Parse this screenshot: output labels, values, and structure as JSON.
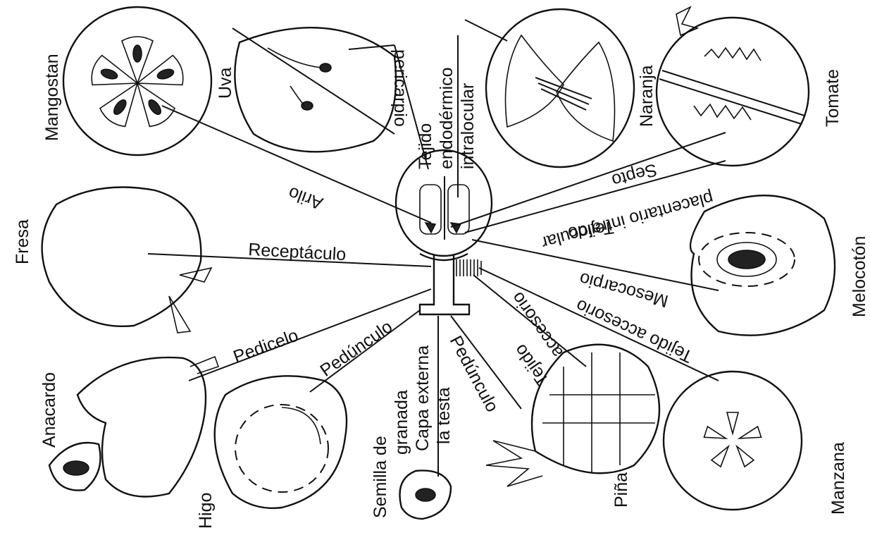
{
  "fruits": {
    "mangostan": "Mangostan",
    "uva": "Uva",
    "naranja": "Naranja",
    "tomate": "Tomate",
    "fresa": "Fresa",
    "melocoton": "Melocotón",
    "anacardo": "Anacardo",
    "higo": "Higo",
    "semilla_granada_1": "Semilla de",
    "semilla_granada_2": "granada",
    "pina": "Piña",
    "manzana": "Manzana"
  },
  "parts": {
    "arilo": "Arilo",
    "pericarpio": "pericarpio",
    "tejido_endodermico_1": "Tejido",
    "tejido_endodermico_2": "endodérmico",
    "tejido_endodermico_3": "intralocular",
    "septo": "Septo",
    "tejido_placentario_1": "Tejido",
    "tejido_placentario_2": "placentario intralocular",
    "receptaculo": "Receptáculo",
    "mesocarpio": "Mesocarpio",
    "tejido_accesorio": "Tejido accesorio",
    "tejido_accesorio_pina_1": "Tejido",
    "tejido_accesorio_pina_2": "accesorio",
    "pedicelo": "Pedicelo",
    "pedunculo": "Pedúnculo",
    "pedunculo_pina": "Pedúnculo",
    "capa_externa_1": "Capa externa",
    "capa_externa_2": "la testa"
  }
}
